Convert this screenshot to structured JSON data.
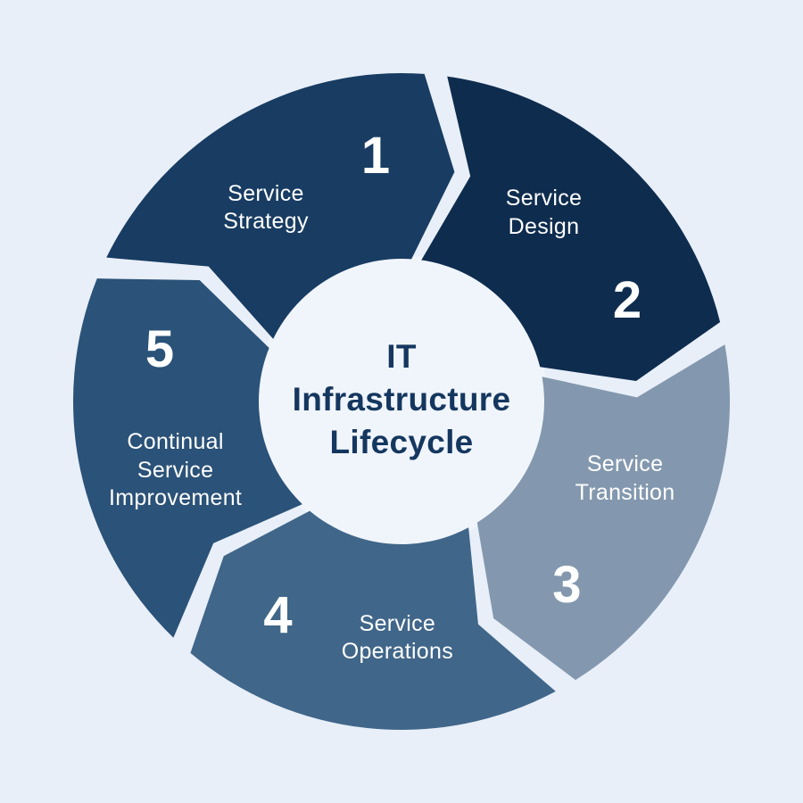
{
  "diagram": {
    "title": "IT Infrastructure Lifecycle",
    "center_title": "IT\nInfrastructure\nLifecycle",
    "center_text_color": "#15375F",
    "center_circle_color": "#F0F5FC",
    "background_color": "#E8EFF9",
    "label_color": "#FFFFFF",
    "type": "cycle-diagram",
    "segments": [
      {
        "number": "1",
        "label": "Service\nStrategy",
        "color": "#183C62"
      },
      {
        "number": "2",
        "label": "Service\nDesign",
        "color": "#0E2C4E"
      },
      {
        "number": "3",
        "label": "Service\nTransition",
        "color": "#8398AE"
      },
      {
        "number": "4",
        "label": "Service\nOperations",
        "color": "#406689"
      },
      {
        "number": "5",
        "label": "Continual\nService\nImprovement",
        "color": "#2B5278"
      }
    ]
  }
}
